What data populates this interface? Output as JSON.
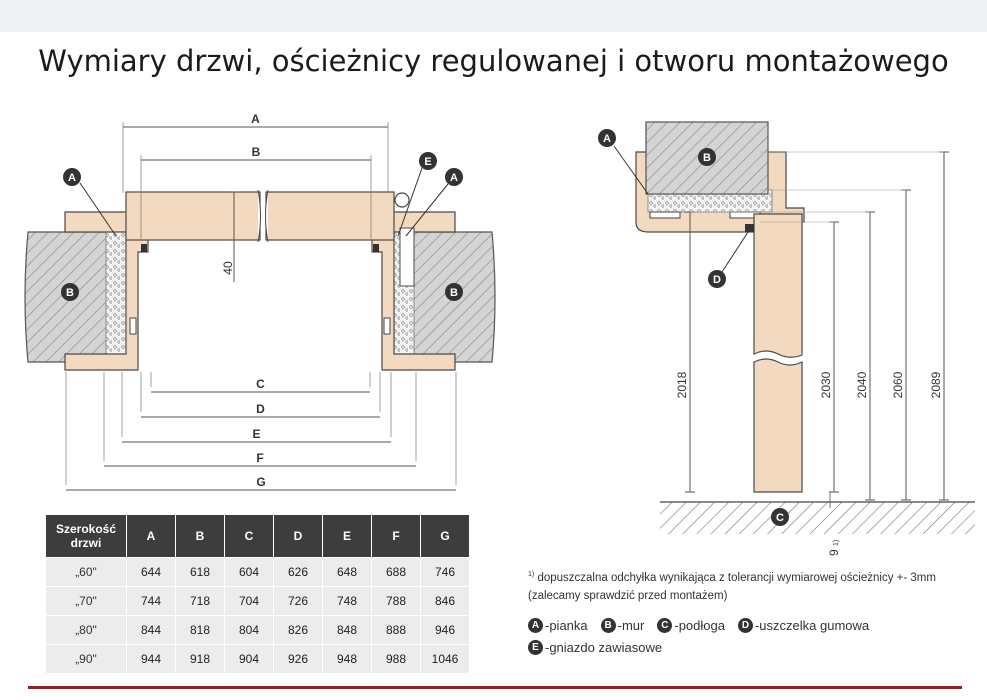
{
  "title": "Wymiary drzwi, ościeżnicy regulowanej i otworu montażowego",
  "diagram": {
    "dimension_letters": [
      "A",
      "B",
      "C",
      "D",
      "E",
      "F",
      "G"
    ],
    "frame_depth_label": "40",
    "callouts": {
      "A": "A",
      "B": "B",
      "C": "C",
      "D": "D",
      "E": "E"
    },
    "height_labels": [
      "2018",
      "2030",
      "2040",
      "2060",
      "2089"
    ],
    "floor_gap_label": "9",
    "floor_gap_sup": "1)"
  },
  "table": {
    "header_first_line1": "Szerokość",
    "header_first_line2": "drzwi",
    "headers": [
      "A",
      "B",
      "C",
      "D",
      "E",
      "F",
      "G"
    ],
    "rows": [
      {
        "name": "„60\"",
        "values": [
          "644",
          "618",
          "604",
          "626",
          "648",
          "688",
          "746"
        ]
      },
      {
        "name": "„70\"",
        "values": [
          "744",
          "718",
          "704",
          "726",
          "748",
          "788",
          "846"
        ]
      },
      {
        "name": "„80\"",
        "values": [
          "844",
          "818",
          "804",
          "826",
          "848",
          "888",
          "946"
        ]
      },
      {
        "name": "„90\"",
        "values": [
          "944",
          "918",
          "904",
          "926",
          "948",
          "988",
          "1046"
        ]
      }
    ]
  },
  "note": {
    "sup": "1)",
    "line1": "dopuszczalna odchyłka wynikająca z tolerancji wymiarowej ościeżnicy +- 3mm",
    "line2": "(zalecamy sprawdzić przed montażem)"
  },
  "legend": [
    {
      "key": "A",
      "text": "-pianka"
    },
    {
      "key": "B",
      "text": "-mur"
    },
    {
      "key": "C",
      "text": "-podłoga"
    },
    {
      "key": "D",
      "text": "-uszczelka gumowa"
    },
    {
      "key": "E",
      "text": "-gniazdo zawiasowe"
    }
  ],
  "colors": {
    "wood": "#f3d9bf",
    "wood_stroke": "#4a4a4a",
    "wall_fill": "#d4d4d4",
    "badge": "#333333",
    "accent_line": "#9c1c22",
    "table_header": "#3d3d3d",
    "table_cell": "#ececec"
  }
}
